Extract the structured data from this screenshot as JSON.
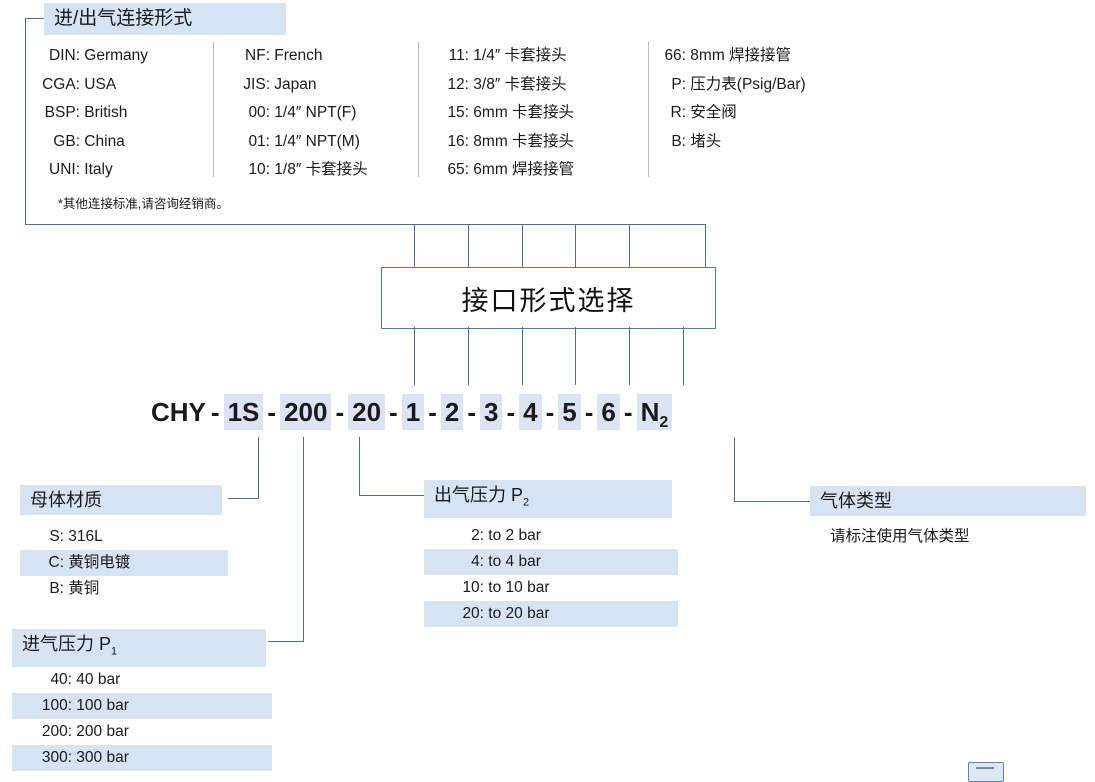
{
  "top_panel": {
    "title": "进/出气连接形式",
    "note": "*其他连接标准,请咨询经销商。",
    "columns": [
      {
        "name": "standards",
        "rows": [
          {
            "code": "DIN:",
            "desc": "Germany"
          },
          {
            "code": "CGA:",
            "desc": "USA"
          },
          {
            "code": "BSP:",
            "desc": "British"
          },
          {
            "code": "GB:",
            "desc": "China"
          },
          {
            "code": "UNI:",
            "desc": "Italy"
          }
        ]
      },
      {
        "name": "threads",
        "rows": [
          {
            "code": "NF:",
            "desc": "French"
          },
          {
            "code": "JIS:",
            "desc": "Japan"
          },
          {
            "code": "00:",
            "desc": "1/4″ NPT(F)"
          },
          {
            "code": "01:",
            "desc": "1/4″ NPT(M)"
          },
          {
            "code": "10:",
            "desc": "1/8″ 卡套接头"
          }
        ]
      },
      {
        "name": "ferrule-fittings",
        "rows": [
          {
            "code": "11:",
            "desc": "1/4″ 卡套接头"
          },
          {
            "code": "12:",
            "desc": "3/8″ 卡套接头"
          },
          {
            "code": "15:",
            "desc": "6mm 卡套接头"
          },
          {
            "code": "16:",
            "desc": "8mm 卡套接头"
          },
          {
            "code": "65:",
            "desc": "6mm 焊接接管"
          }
        ]
      },
      {
        "name": "accessories",
        "rows": [
          {
            "code": "66:",
            "desc": "8mm 焊接接管"
          },
          {
            "code": "P:",
            "desc": "压力表(Psig/Bar)"
          },
          {
            "code": "R:",
            "desc": "安全阀"
          },
          {
            "code": "B:",
            "desc": "堵头"
          }
        ]
      }
    ]
  },
  "center_box": {
    "label": "接口形式选择"
  },
  "part_code": {
    "segments": [
      {
        "text": "CHY",
        "highlight": false,
        "type": "text"
      },
      {
        "text": "-",
        "highlight": false,
        "type": "dash"
      },
      {
        "text": "1S",
        "highlight": true,
        "type": "text"
      },
      {
        "text": "-",
        "highlight": false,
        "type": "dash"
      },
      {
        "text": "200",
        "highlight": true,
        "type": "text"
      },
      {
        "text": "-",
        "highlight": false,
        "type": "dash"
      },
      {
        "text": "20",
        "highlight": true,
        "type": "text"
      },
      {
        "text": "-",
        "highlight": false,
        "type": "dash"
      },
      {
        "text": "1",
        "highlight": true,
        "type": "text"
      },
      {
        "text": "-",
        "highlight": false,
        "type": "dash"
      },
      {
        "text": "2",
        "highlight": true,
        "type": "text"
      },
      {
        "text": "-",
        "highlight": false,
        "type": "dash"
      },
      {
        "text": "3",
        "highlight": true,
        "type": "text"
      },
      {
        "text": "-",
        "highlight": false,
        "type": "dash"
      },
      {
        "text": "4",
        "highlight": true,
        "type": "text"
      },
      {
        "text": "-",
        "highlight": false,
        "type": "dash"
      },
      {
        "text": "5",
        "highlight": true,
        "type": "text"
      },
      {
        "text": "-",
        "highlight": false,
        "type": "dash"
      },
      {
        "text": "6",
        "highlight": true,
        "type": "text"
      },
      {
        "text": "-",
        "highlight": false,
        "type": "dash"
      },
      {
        "text": "N",
        "highlight": true,
        "type": "sub",
        "sub": "2"
      }
    ],
    "full_text": "CHY - 1S -200- 20 - 1 - 2 - 3 - 4 - 5 - 6 - N2"
  },
  "body_material": {
    "title": "母体材质",
    "options": [
      {
        "code": "S:",
        "desc": "316L",
        "highlight": false
      },
      {
        "code": "C:",
        "desc": "黄铜电镀",
        "highlight": true
      },
      {
        "code": "B:",
        "desc": "黄铜",
        "highlight": false
      }
    ]
  },
  "inlet_pressure": {
    "title": "进气压力 P",
    "title_sub": "1",
    "options": [
      {
        "code": "40:",
        "desc": "40 bar",
        "highlight": false
      },
      {
        "code": "100:",
        "desc": "100 bar",
        "highlight": true
      },
      {
        "code": "200:",
        "desc": "200 bar",
        "highlight": false
      },
      {
        "code": "300:",
        "desc": "300 bar",
        "highlight": true
      }
    ]
  },
  "outlet_pressure": {
    "title": "出气压力 P",
    "title_sub": "2",
    "options": [
      {
        "code": "2:",
        "desc": "to 2 bar",
        "highlight": false
      },
      {
        "code": "4:",
        "desc": "to 4 bar",
        "highlight": true
      },
      {
        "code": "10:",
        "desc": "to 10 bar",
        "highlight": false
      },
      {
        "code": "20:",
        "desc": "to 20 bar",
        "highlight": true
      }
    ]
  },
  "gas_type": {
    "title": "气体类型",
    "description": "请标注使用气体类型"
  },
  "colors": {
    "highlight": "#d6e3f3",
    "line": "#4a6f92",
    "box_border": "#4a7ab0",
    "text": "#1a1a1a",
    "divider": "#b6bcc4"
  }
}
